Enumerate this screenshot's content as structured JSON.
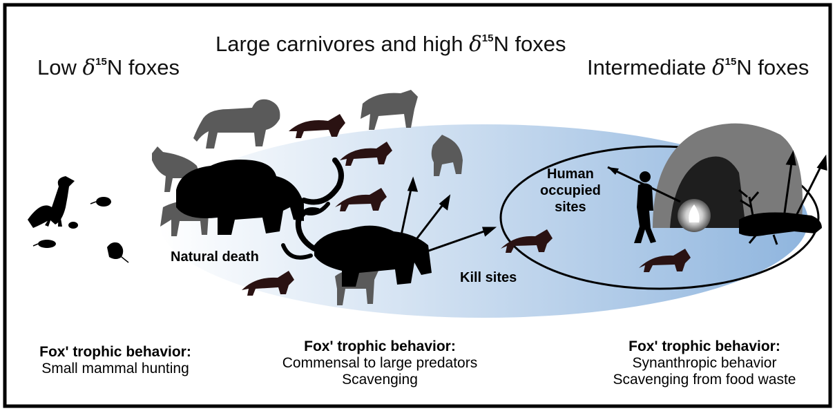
{
  "titles": {
    "low": {
      "prefix": "Low ",
      "delta": "δ",
      "sup": "15",
      "suffix": "N foxes"
    },
    "large": {
      "prefix": "Large carnivores and high ",
      "delta": "δ",
      "sup": "15",
      "suffix": "N foxes"
    },
    "intermediate": {
      "prefix": "Intermediate ",
      "delta": "δ",
      "sup": "15",
      "suffix": "N foxes"
    }
  },
  "labels": {
    "natural_death": "Natural death",
    "kill_sites": "Kill sites",
    "human_occupied_1": "Human",
    "human_occupied_2": "occupied",
    "human_occupied_3": "sites"
  },
  "behaviors": {
    "low": {
      "heading": "Fox' trophic behavior:",
      "line1": "Small mammal hunting"
    },
    "large": {
      "heading": "Fox' trophic behavior:",
      "line1": "Commensal to large predators",
      "line2": "Scavenging"
    },
    "intermediate": {
      "heading": "Fox' trophic behavior:",
      "line1": "Synanthropic behavior",
      "line2": "Scavenging from food waste"
    }
  },
  "colors": {
    "gradient_start": "#ffffff",
    "gradient_end": "#8fb5de",
    "gray_animal": "#5a5a5a",
    "fox": "#2a1212",
    "silhouette": "#000000",
    "cave": "#7a7a7a",
    "fire": "#d9d9d9"
  },
  "icons": {
    "animals_low": [
      "fox-icon",
      "small-mammal-icon"
    ],
    "animals_large": [
      "lion-icon",
      "wolf-icon",
      "hyena-icon",
      "mammoth-icon",
      "fox-icon"
    ],
    "animals_intermediate": [
      "human-hunter-icon",
      "cave-icon",
      "fire-icon",
      "reindeer-icon",
      "fox-icon",
      "spear-icon"
    ]
  }
}
